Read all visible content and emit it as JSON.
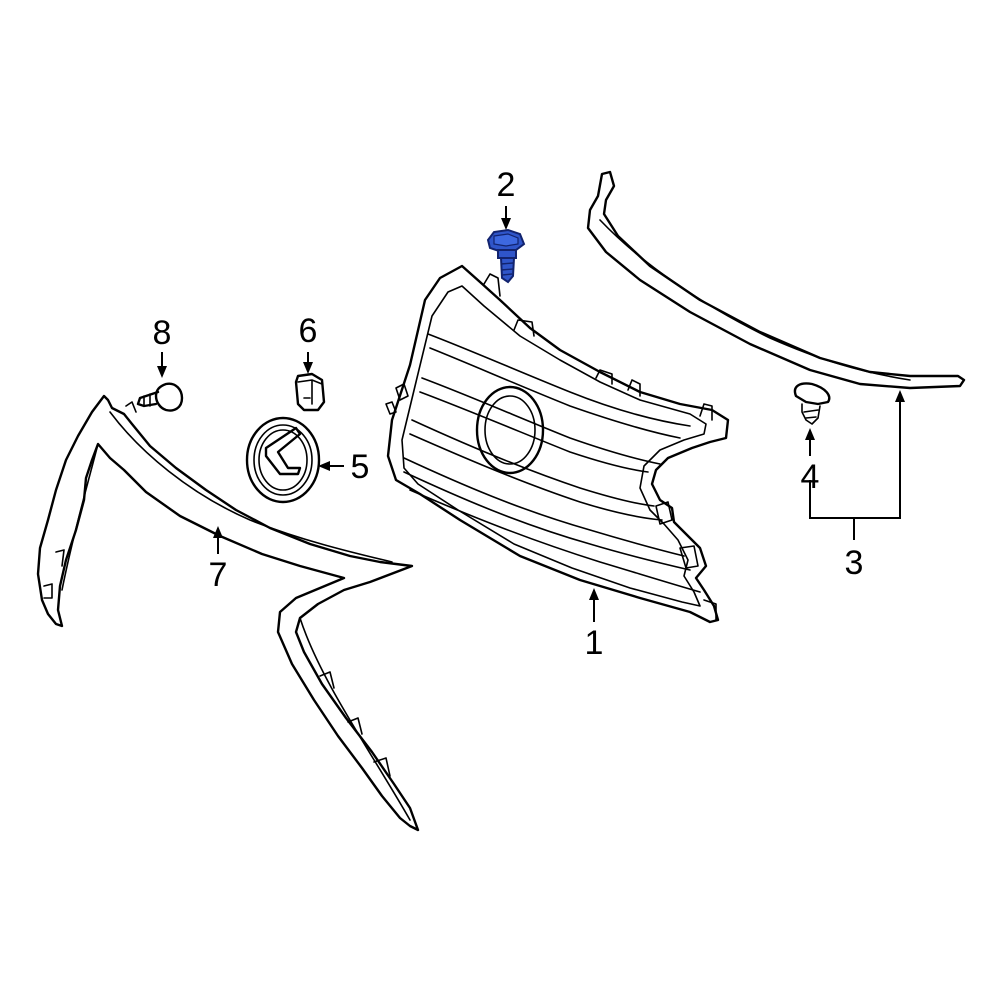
{
  "callouts": {
    "c1": "1",
    "c2": "2",
    "c3": "3",
    "c4": "4",
    "c5": "5",
    "c6": "6",
    "c7": "7",
    "c8": "8"
  },
  "colors": {
    "line": "#000000",
    "background": "#ffffff",
    "highlight_part_fill": "#2f55c9",
    "highlight_part_stroke": "#12236e"
  },
  "highlighted_part": "2"
}
